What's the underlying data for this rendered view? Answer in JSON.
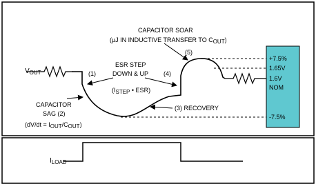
{
  "labels": {
    "capacitor_soar_title": "CAPACITOR SOAR",
    "capacitor_soar_detail": "(µJ IN INDUCTIVE TRANSFER TO C",
    "capacitor_soar_detail_sub": "OUT",
    "capacitor_soar_detail_end": ")",
    "step_5": "(5)",
    "esr_step_line1": "ESR STEP",
    "esr_step_line2": "DOWN & UP",
    "esr_step_formula_open": "(I",
    "esr_step_formula_sub": "STEP",
    "esr_step_formula_rest": " • ESR)",
    "step_1": "(1)",
    "step_4": "(4)",
    "vout_main": "V",
    "vout_sub": "OUT",
    "cap_sag_line1": "CAPACITOR",
    "cap_sag_line2": "SAG (2)",
    "cap_sag_formula_open": "(dV/dt = I",
    "cap_sag_formula_sub1": "OUT",
    "cap_sag_formula_mid": "/C",
    "cap_sag_formula_sub2": "OUT",
    "cap_sag_formula_end": ")",
    "recovery": "(3) RECOVERY",
    "iload_main": "I",
    "iload_sub": "LOAD"
  },
  "tolerance_box": {
    "plus": "+7.5%",
    "v165": "1.65V",
    "v16": "1.6V",
    "nom": "NOM",
    "minus": "-7.5%",
    "fill": "#5fc8d0"
  }
}
